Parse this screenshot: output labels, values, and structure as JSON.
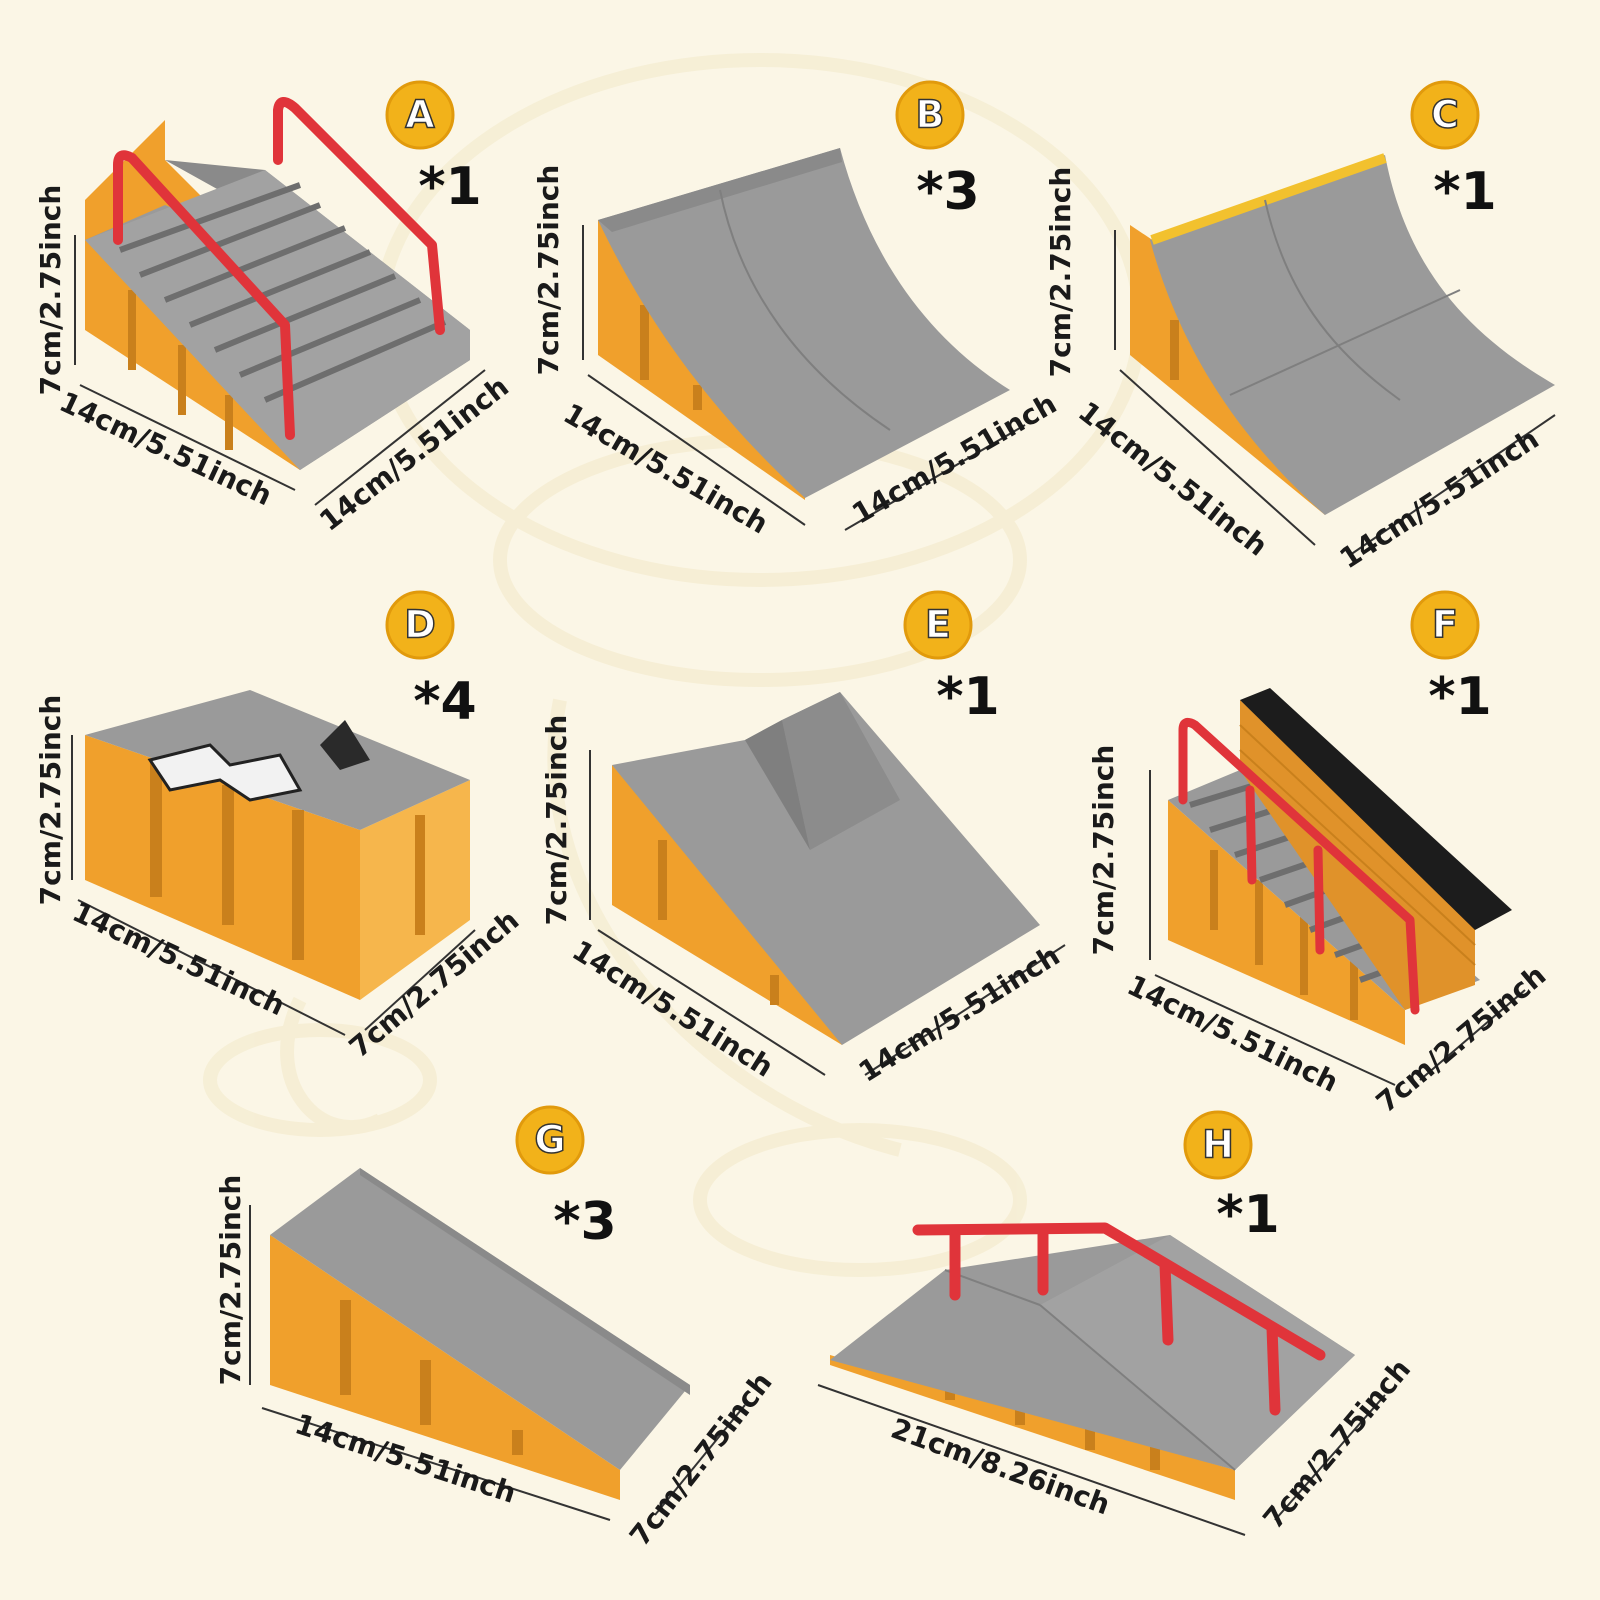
{
  "colors": {
    "background": "#fbf6e6",
    "orange": "#f0a02c",
    "orange_dark": "#c9801c",
    "orange_light": "#f6b64c",
    "gray_top": "#9a9a9a",
    "gray_dark": "#7f7f7f",
    "gray_light": "#b0b0b0",
    "rail_red": "#e0343a",
    "rail_dark": "#a61f25",
    "coping_yellow": "#f2c12e",
    "black_ledge": "#1c1c1c",
    "badge_gold": "#f2b21a",
    "label_text": "#1a1a1a"
  },
  "items": [
    {
      "letter": "A",
      "count": "*1",
      "dim_height": "7cm/2.75inch",
      "dim_length": "14cm/5.51inch",
      "dim_depth": "14cm/5.51inch"
    },
    {
      "letter": "B",
      "count": "*3",
      "dim_height": "7cm/2.75inch",
      "dim_length": "14cm/5.51inch",
      "dim_depth": "14cm/5.51inch"
    },
    {
      "letter": "C",
      "count": "*1",
      "dim_height": "7cm/2.75inch",
      "dim_length": "14cm/5.51inch",
      "dim_depth": "14cm/5.51inch"
    },
    {
      "letter": "D",
      "count": "*4",
      "dim_height": "7cm/2.75inch",
      "dim_length": "14cm/5.51inch",
      "dim_depth": "7cm/2.75inch"
    },
    {
      "letter": "E",
      "count": "*1",
      "dim_height": "7cm/2.75inch",
      "dim_length": "14cm/5.51inch",
      "dim_depth": "14cm/5.51inch"
    },
    {
      "letter": "F",
      "count": "*1",
      "dim_height": "7cm/2.75inch",
      "dim_length": "14cm/5.51inch",
      "dim_depth": "7cm/2.75inch"
    },
    {
      "letter": "G",
      "count": "*3",
      "dim_height": "7cm/2.75inch",
      "dim_length": "14cm/5.51inch",
      "dim_depth": "7cm/2.75inch"
    },
    {
      "letter": "H",
      "count": "*1",
      "dim_height": "",
      "dim_length": "21cm/8.26inch",
      "dim_depth": "7cm/2.75inch"
    }
  ]
}
